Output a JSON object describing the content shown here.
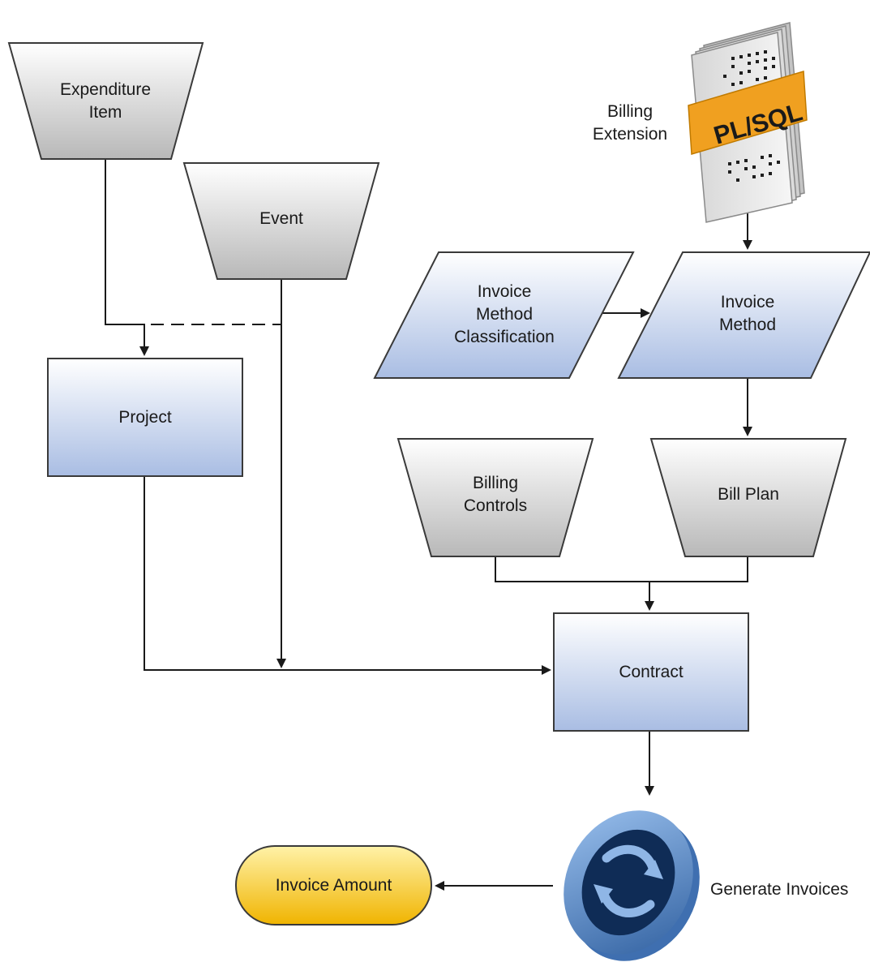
{
  "nodes": {
    "expenditure_item": "Expenditure\nItem",
    "event": "Event",
    "project": "Project",
    "billing_extension": "Billing\nExtension",
    "plsql": "PL/SQL",
    "invoice_method_classification": "Invoice\nMethod\nClassification",
    "invoice_method": "Invoice\nMethod",
    "billing_controls": "Billing\nControls",
    "bill_plan": "Bill Plan",
    "contract": "Contract",
    "generate_invoices": "Generate Invoices",
    "invoice_amount": "Invoice Amount"
  },
  "colors": {
    "trapezoid": "#d9d9d9",
    "box_blue": "#c7d3ec",
    "terminator": "#f5c518",
    "plsql_band": "#f0a020",
    "cycle_icon": "#3f6fb0"
  }
}
